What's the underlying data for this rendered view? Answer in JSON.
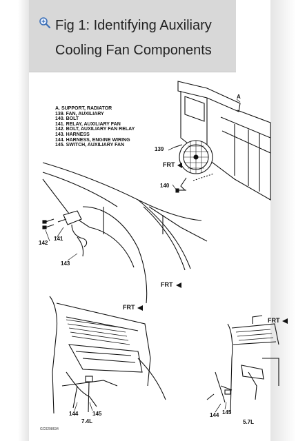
{
  "header": {
    "title_line1": "Fig 1: Identifying Auxiliary",
    "title_line2": "Cooling Fan Components"
  },
  "legend": [
    "A. SUPPORT, RADIATOR",
    "139. FAN, AUXILIARY",
    "140. BOLT",
    "141. RELAY, AUXILIARY FAN",
    "142. BOLT, AUXILIARY FAN RELAY",
    "143. HARNESS",
    "144. HARNESS, ENGINE WIRING",
    "145. SWITCH, AUXILIARY FAN"
  ],
  "callouts": {
    "a": "A",
    "c139": "139",
    "c140": "140",
    "c141": "141",
    "c142": "142",
    "c143": "143",
    "c144_left": "144",
    "c145_left": "145",
    "c144_right": "144",
    "c145_right": "145",
    "engine_left": "7.4L",
    "engine_right": "5.7L",
    "frt": "FRT"
  },
  "figure_code": "GC0298634",
  "icons": {
    "zoom": "magnifier-plus-icon"
  }
}
